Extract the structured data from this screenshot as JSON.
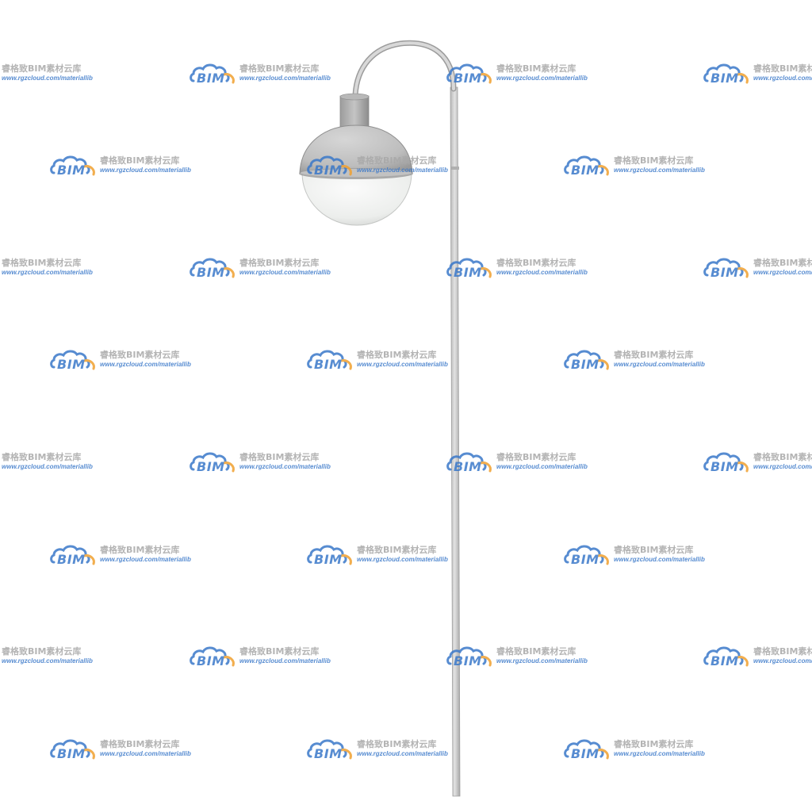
{
  "watermark": {
    "logo_text": "BIM",
    "name": "睿格致BIM素材云库",
    "url": "www.rgzcloud.com/materiallib",
    "logo_color": "#3a78c9",
    "accent_color": "#f0a030",
    "text_color": "#a8a8a8"
  },
  "lamp": {
    "pole_color": "#d2d2d2",
    "shade_color": "#c8c8c8",
    "globe_color": "#eef0ee"
  }
}
